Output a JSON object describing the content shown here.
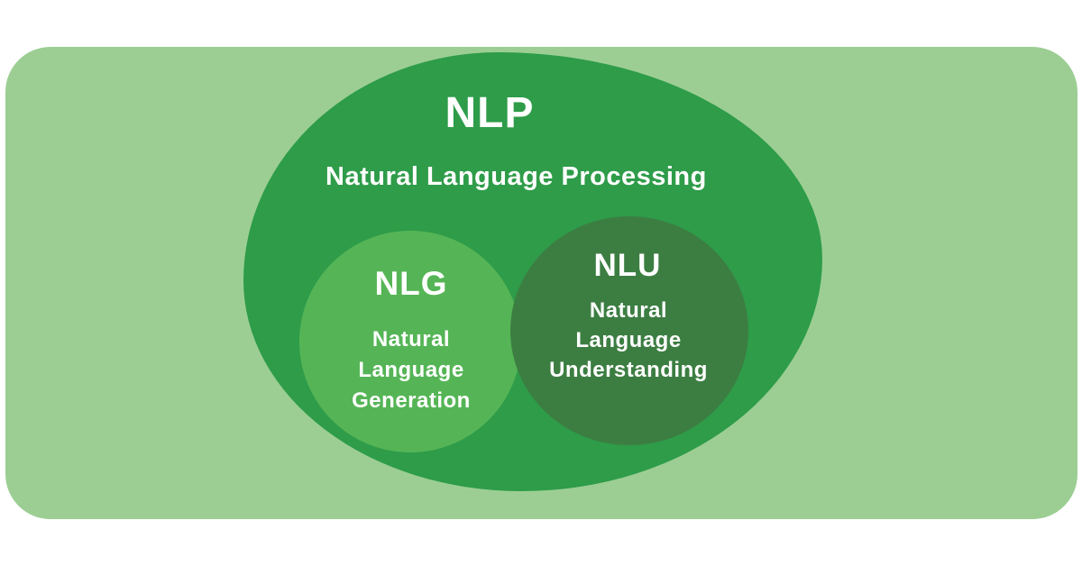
{
  "page": {
    "background_color": "#ffffff"
  },
  "card": {
    "background_color": "#9CCE94"
  },
  "venn": {
    "text_color": "#FFFFFF",
    "outer": {
      "abbr": "NLP",
      "name": "Natural Language Processing",
      "fill_color": "#2E9C49"
    },
    "inner": [
      {
        "abbr": "NLG",
        "name_lines": [
          "Natural",
          "Language",
          "Generation"
        ],
        "fill_color": "#55B556"
      },
      {
        "abbr": "NLU",
        "name_lines": [
          "Natural",
          "Language",
          "Understanding"
        ],
        "fill_color": "#3C7E42"
      }
    ]
  }
}
